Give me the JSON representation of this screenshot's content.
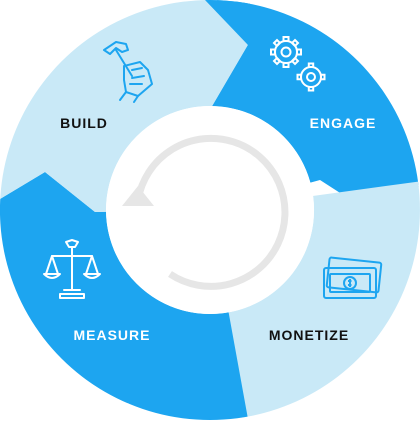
{
  "stages": [
    {
      "id": "build",
      "label": "BUILD",
      "icon": "hammer-in-hand-icon",
      "fill": "#c9e9f7",
      "text_color": "#111111"
    },
    {
      "id": "engage",
      "label": "ENGAGE",
      "icon": "gears-icon",
      "fill": "#1da5f0",
      "text_color": "#ffffff"
    },
    {
      "id": "monetize",
      "label": "MONETIZE",
      "icon": "money-bills-icon",
      "fill": "#c9e9f7",
      "text_color": "#111111"
    },
    {
      "id": "measure",
      "label": "MEASURE",
      "icon": "balance-scale-icon",
      "fill": "#1da5f0",
      "text_color": "#ffffff"
    }
  ],
  "colors": {
    "center_fill": "#ffffff",
    "center_arrow": "#e6e6e6"
  }
}
